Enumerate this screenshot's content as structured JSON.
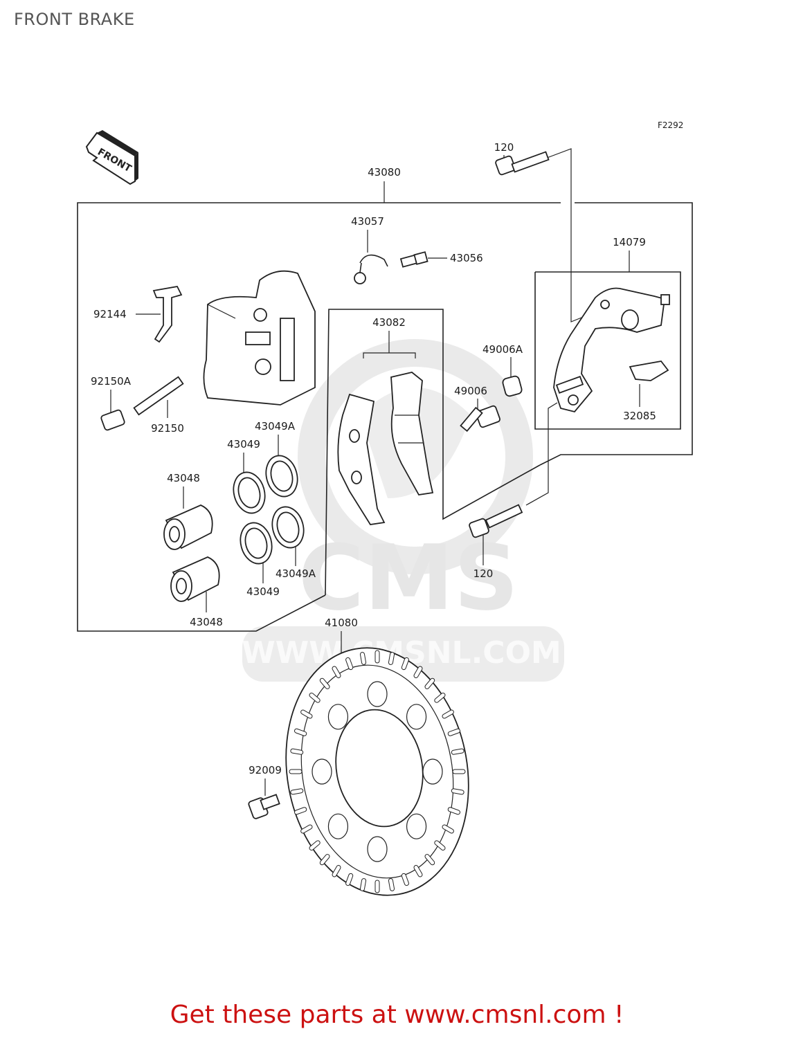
{
  "page": {
    "title": "FRONT BRAKE",
    "figure_code": "F2292",
    "footer": "Get these parts at www.cmsnl.com !"
  },
  "watermark": {
    "brand": "CMS",
    "url": "WWW.CMSNL.COM"
  },
  "direction_marker": "FRONT",
  "parts": [
    {
      "id": "43080"
    },
    {
      "id": "120"
    },
    {
      "id": "43057"
    },
    {
      "id": "43056"
    },
    {
      "id": "14079"
    },
    {
      "id": "92144"
    },
    {
      "id": "43082"
    },
    {
      "id": "49006A"
    },
    {
      "id": "49006"
    },
    {
      "id": "32085"
    },
    {
      "id": "92150A"
    },
    {
      "id": "92150"
    },
    {
      "id": "43049A"
    },
    {
      "id": "43049"
    },
    {
      "id": "43048"
    },
    {
      "id": "43049A"
    },
    {
      "id": "43049"
    },
    {
      "id": "43048"
    },
    {
      "id": "120"
    },
    {
      "id": "41080"
    },
    {
      "id": "92009"
    }
  ],
  "colors": {
    "footer": "#cc1111",
    "title": "#555555",
    "watermark": "#e6e6e6",
    "line": "#222222"
  }
}
